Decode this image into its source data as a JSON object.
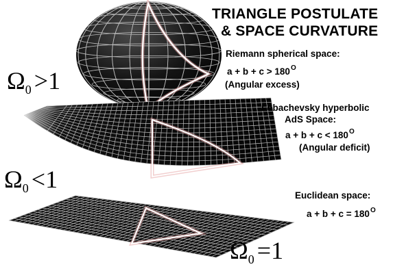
{
  "title": {
    "line1": "TRIANGLE POSTULATE",
    "line2": "& SPACE CURVATURE"
  },
  "spherical": {
    "name": "Riemann spherical space:",
    "formula": "a + b + c > 180",
    "deg": "O",
    "note": "(Angular excess)",
    "omega_sub": "0",
    "omega_rel": ">1"
  },
  "hyperbolic": {
    "name_line1": "Lobachevsky hyperbolic",
    "name_line2": "AdS Space:",
    "formula": "a + b + c < 180",
    "deg": "O",
    "note": "(Angular deficit)",
    "omega_sub": "0",
    "omega_rel": "<1"
  },
  "euclidean": {
    "name": "Euclidean space:",
    "formula": "a + b + c = 180",
    "deg": "O",
    "omega_sub": "0",
    "omega_rel": "=1"
  },
  "symbol": "Ω",
  "colors": {
    "surface": "#0b0b0b",
    "grid": "#bdbdbd",
    "triangle_edge": "#ffffff",
    "triangle_glow": "#e6a0a0"
  }
}
